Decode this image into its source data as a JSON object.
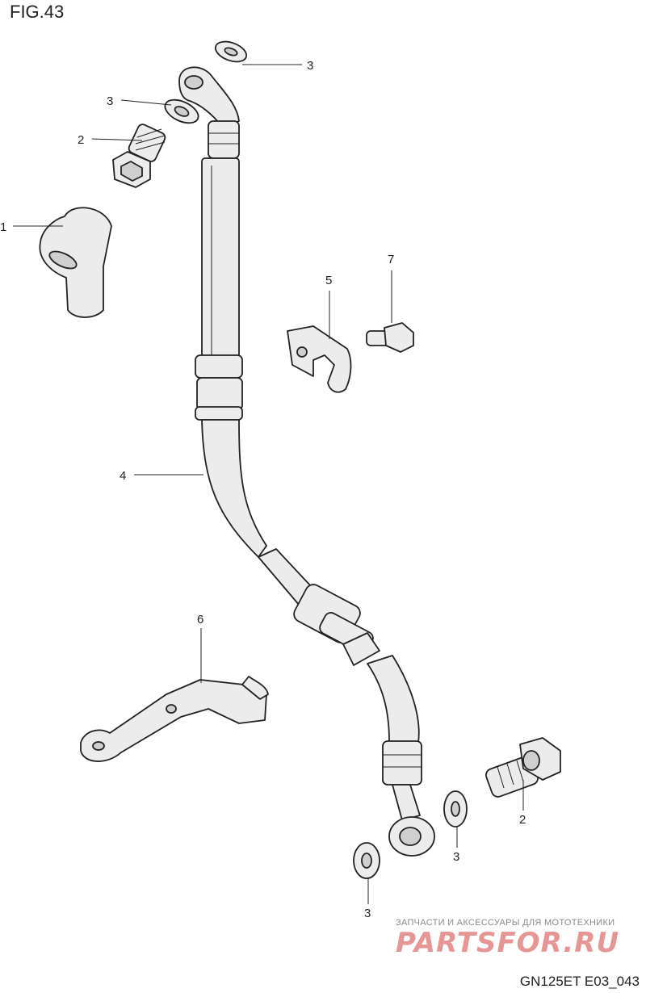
{
  "figure": {
    "title": "FIG.43",
    "code": "GN125ET E03_043"
  },
  "callouts": [
    "1",
    "2",
    "3",
    "4",
    "5",
    "6",
    "7"
  ],
  "watermark": {
    "caption": "ЗАПЧАСТИ И АКСЕССУАРЫ ДЛЯ МОТОТЕХНИКИ",
    "logo": "PARTSFOR.RU"
  },
  "colors": {
    "line": "#222222",
    "part_fill": "#ececec",
    "watermark": "#e79696"
  }
}
